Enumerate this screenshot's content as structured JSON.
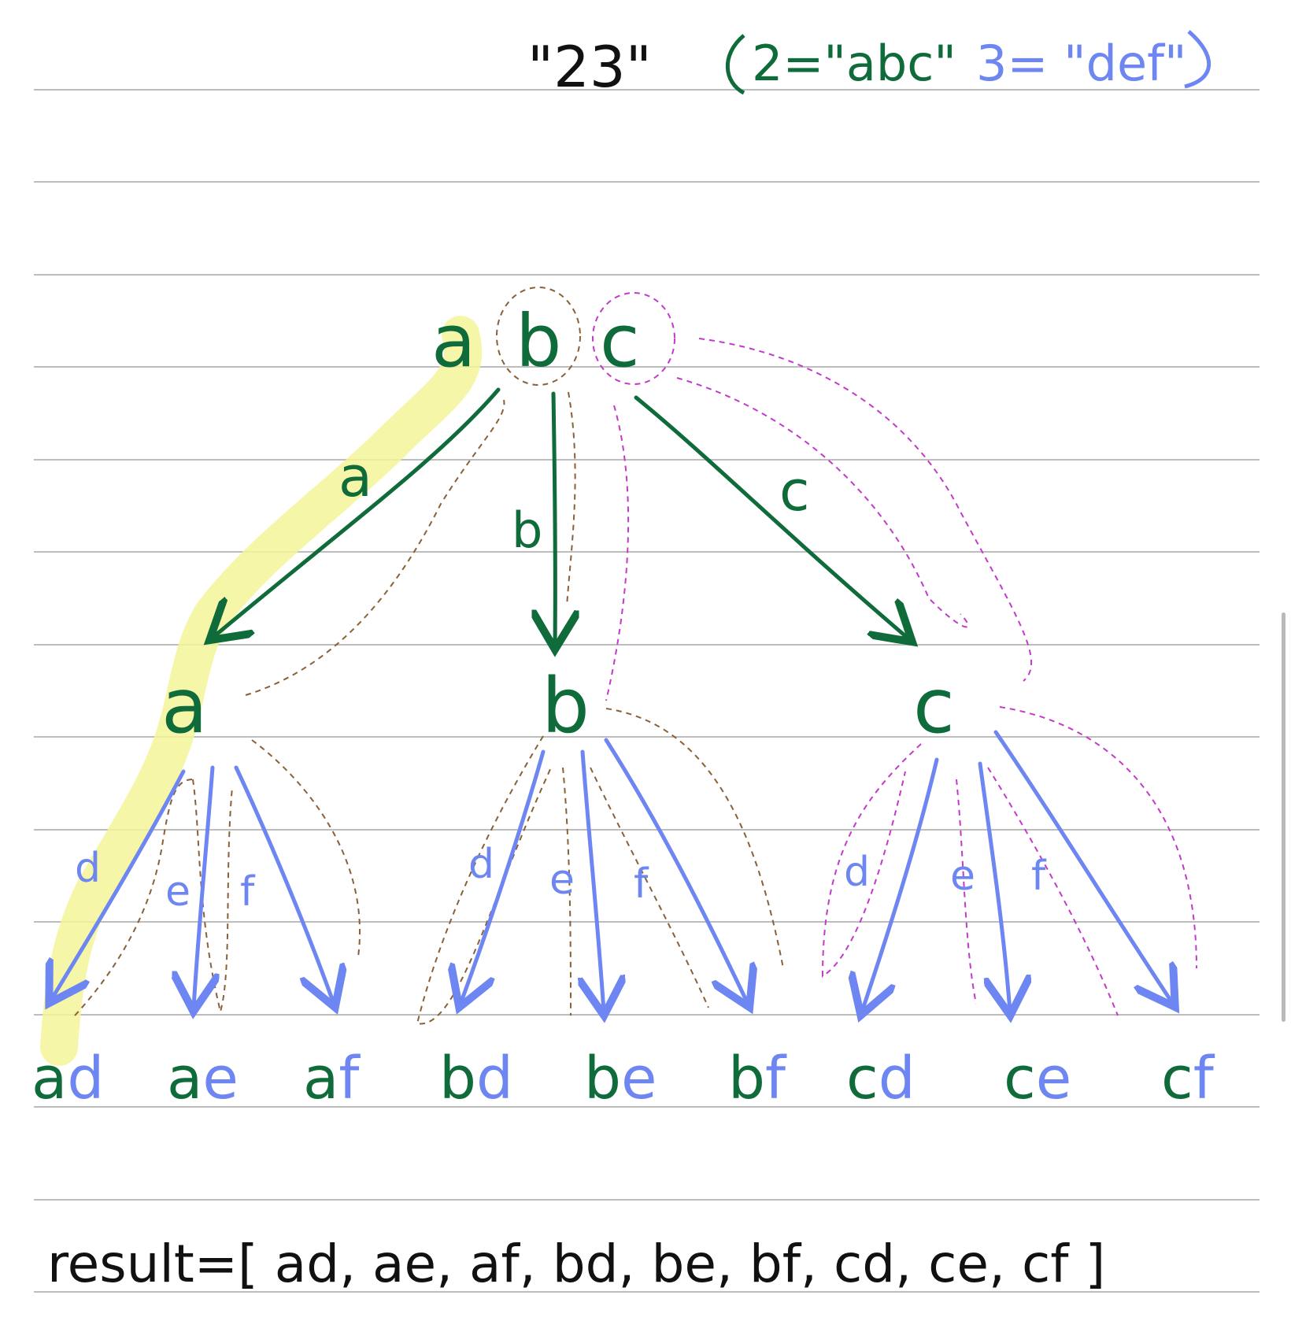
{
  "header": {
    "input": "\"23\"",
    "mapping_open": "(",
    "map2": "2=\"abc\"",
    "map3": "3= \"def\"",
    "mapping_close": ")"
  },
  "root": {
    "letters": [
      "a",
      "b",
      "c"
    ]
  },
  "edges_level1": [
    "a",
    "b",
    "c"
  ],
  "nodes_level1": [
    "a",
    "b",
    "c"
  ],
  "edges_level2": [
    "d",
    "e",
    "f"
  ],
  "leaves": [
    {
      "first": "a",
      "second": "d"
    },
    {
      "first": "a",
      "second": "e"
    },
    {
      "first": "a",
      "second": "f"
    },
    {
      "first": "b",
      "second": "d"
    },
    {
      "first": "b",
      "second": "e"
    },
    {
      "first": "b",
      "second": "f"
    },
    {
      "first": "c",
      "second": "d"
    },
    {
      "first": "c",
      "second": "e"
    },
    {
      "first": "c",
      "second": "f"
    }
  ],
  "result_line": "result=[ ad, ae, af, bd, be, bf, cd, ce, cf ]",
  "colors": {
    "green": "#0f6b3a",
    "blue": "#6e86f2",
    "brown_dashed": "#8a6038",
    "magenta_dashed": "#c13bc8",
    "highlight": "#f4f59a",
    "rule_line": "#bdbdbd"
  }
}
